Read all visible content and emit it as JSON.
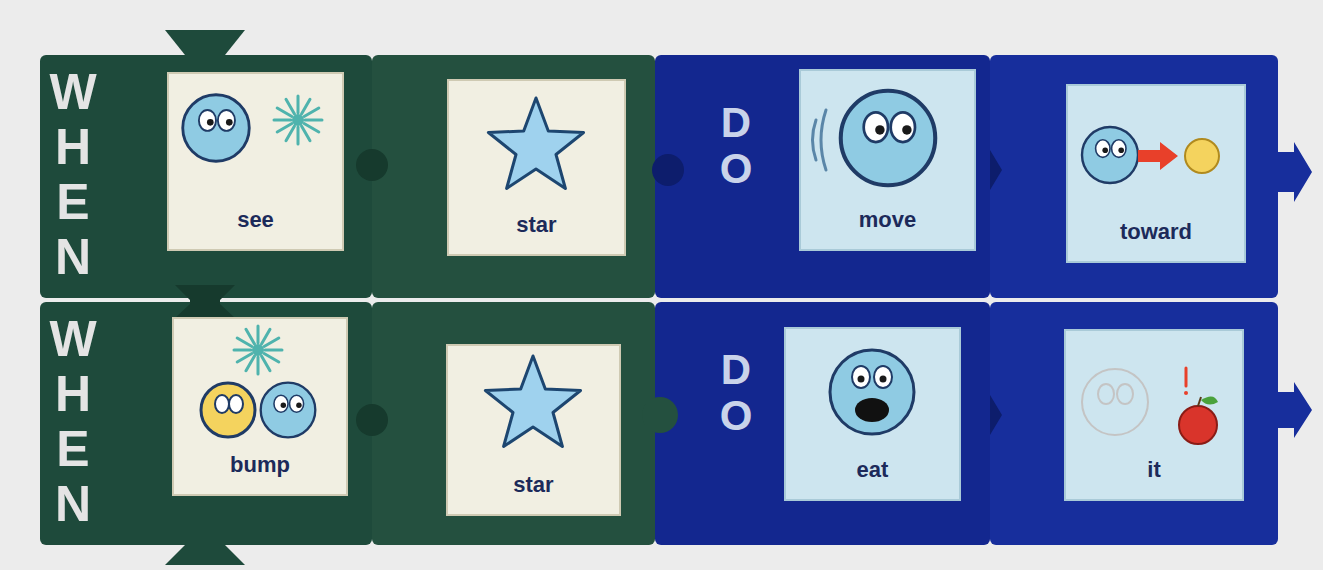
{
  "diagram": {
    "nodes": [
      {
        "text": [
          "WHEN"
        ]
      },
      {
        "text": [
          "see"
        ],
        "in": 0
      },
      {
        "text": [
          "star"
        ]
      },
      {
        "text": [
          "DO"
        ]
      },
      {
        "text": [
          "move"
        ],
        "in": 3
      },
      {
        "text": [
          "toward"
        ]
      },
      {
        "text": [
          "WHEN"
        ]
      },
      {
        "text": [
          "bump"
        ],
        "in": 6
      },
      {
        "text": [
          "star"
        ]
      },
      {
        "text": [
          "DO"
        ]
      },
      {
        "text": [
          "eat"
        ],
        "in": 9
      },
      {
        "text": [
          "it"
        ]
      }
    ]
  }
}
